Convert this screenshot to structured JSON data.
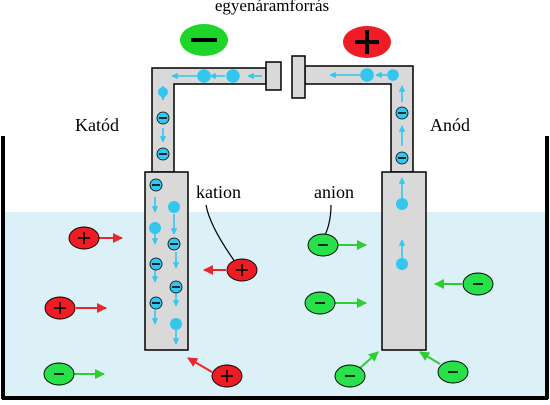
{
  "title": "egyenáramforrás",
  "labels": {
    "cathode": "Katód",
    "anode": "Anód",
    "cation": "kation",
    "anion": "anion"
  },
  "signs": {
    "minus": "−",
    "plus": "+"
  },
  "colors": {
    "electrolyte": "#dcf0f8",
    "electrode": "#d9d9d9",
    "electron": "#33c6ee",
    "cation": "#ee1c24",
    "anion": "#27e04a",
    "cation_arrow": "#e8282e",
    "anion_arrow": "#30cc30",
    "source_minus": "#1ed62a",
    "source_plus": "#ee1c24"
  },
  "icons": [
    "electron-icon",
    "cation-icon",
    "anion-icon",
    "terminal-minus-icon",
    "terminal-plus-icon"
  ]
}
